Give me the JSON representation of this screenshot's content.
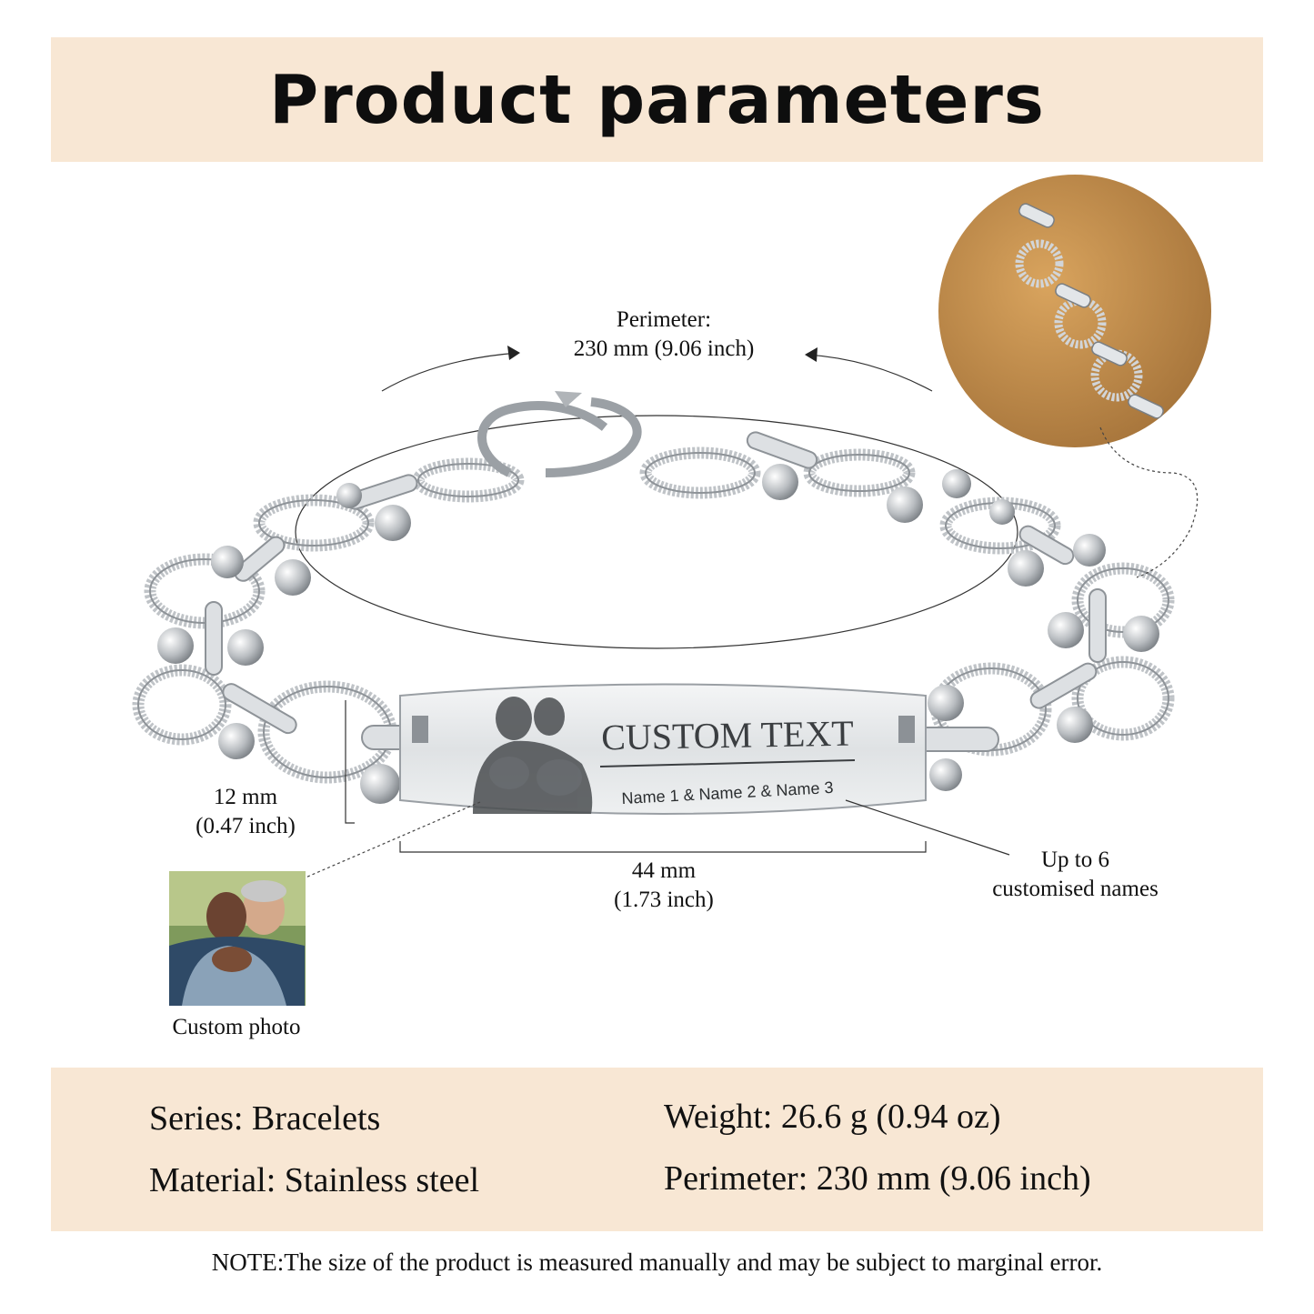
{
  "header": {
    "title": "Product parameters"
  },
  "dimensions": {
    "perimeter_label": "Perimeter:",
    "perimeter_value": "230 mm (9.06 inch)",
    "height_mm": "12 mm",
    "height_inch": "(0.47 inch)",
    "width_mm": "44 mm",
    "width_inch": "(1.73 inch)"
  },
  "engraving": {
    "custom_text": "CUSTOM TEXT",
    "names_line": "Name 1 & Name 2 & Name 3"
  },
  "callouts": {
    "names_line1": "Up to 6",
    "names_line2": "customised names",
    "photo_label": "Custom photo"
  },
  "specs": {
    "series": "Series: Bracelets",
    "material": "Material: Stainless steel",
    "weight": "Weight: 26.6 g (0.94 oz)",
    "perimeter": "Perimeter: 230 mm (9.06 inch)"
  },
  "note": "NOTE:The size of the product is measured manually and may be subject to marginal error.",
  "colors": {
    "banner": "#f8e7d4",
    "metal": "#c9cdd1",
    "text": "#111111"
  }
}
